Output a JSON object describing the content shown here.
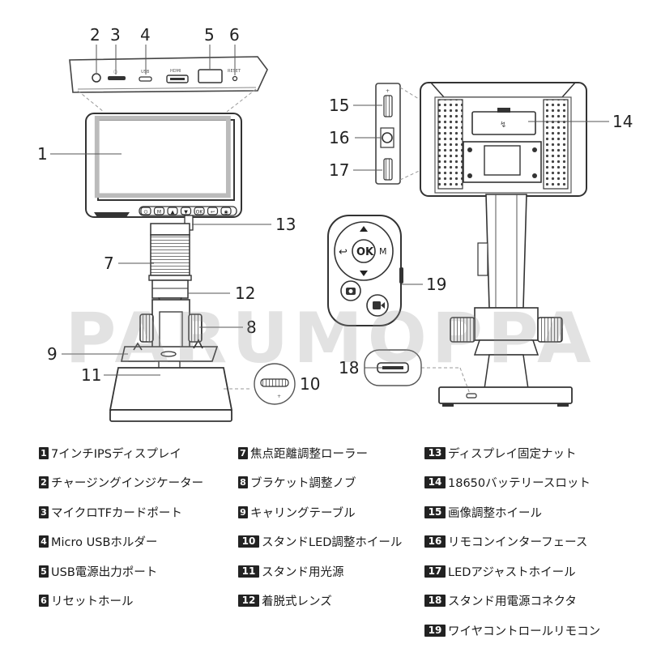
{
  "watermark": "PARUMOPPA",
  "callouts": [
    "1",
    "2",
    "3",
    "4",
    "5",
    "6",
    "7",
    "8",
    "9",
    "10",
    "11",
    "12",
    "13",
    "14",
    "15",
    "16",
    "17",
    "18",
    "19"
  ],
  "remote": {
    "ok_label": "OK",
    "m_label": "M"
  },
  "port_labels": {
    "usb": "USB",
    "hdmi": "HDMI",
    "reset": "RESET"
  },
  "buttons": [
    "⏻",
    "M",
    "▲",
    "▼",
    "OK",
    "↩",
    "◉"
  ],
  "legend": [
    {
      "num": "1",
      "label": "7インチIPSディスプレイ"
    },
    {
      "num": "2",
      "label": "チャージングインジケーター"
    },
    {
      "num": "3",
      "label": "マイクロTFカードポート"
    },
    {
      "num": "4",
      "label": "Micro USBホルダー"
    },
    {
      "num": "5",
      "label": "USB電源出力ポート"
    },
    {
      "num": "6",
      "label": "リセットホール"
    },
    {
      "num": "7",
      "label": "焦点距離調整ローラー"
    },
    {
      "num": "8",
      "label": "ブラケット調整ノブ"
    },
    {
      "num": "9",
      "label": "キャリングテーブル"
    },
    {
      "num": "10",
      "label": "スタンドLED調整ホイール"
    },
    {
      "num": "11",
      "label": "スタンド用光源"
    },
    {
      "num": "12",
      "label": "着脱式レンズ"
    },
    {
      "num": "13",
      "label": "ディスプレイ固定ナット"
    },
    {
      "num": "14",
      "label": "18650バッテリースロット"
    },
    {
      "num": "15",
      "label": "画像調整ホイール"
    },
    {
      "num": "16",
      "label": "リモコンインターフェース"
    },
    {
      "num": "17",
      "label": "LEDアジャストホイール"
    },
    {
      "num": "18",
      "label": "スタンド用電源コネクタ"
    },
    {
      "num": "19",
      "label": "ワイヤコントロールリモコン"
    }
  ]
}
